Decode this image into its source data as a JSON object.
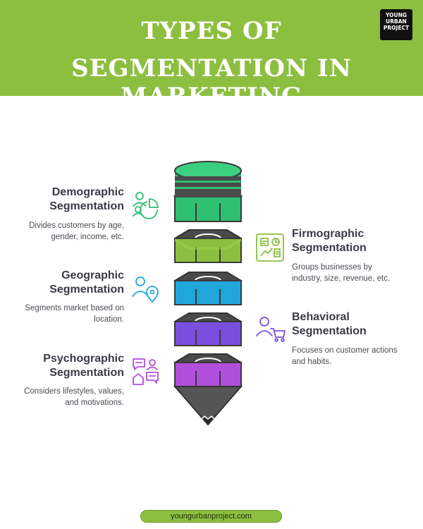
{
  "header": {
    "title_line1": "TYPES OF",
    "title_line2": "SEGMENTATION IN MARKETING",
    "background_color": "#8cbf3f"
  },
  "logo": {
    "line1": "YOUNG",
    "line2": "URBAN",
    "line3": "PROJECT"
  },
  "segments": [
    {
      "title_line1": "Demographic",
      "title_line2": "Segmentation",
      "desc_line1": "Divides customers by age,",
      "desc_line2": "gender, income, etc.",
      "icon": "people-pie-chart-icon",
      "color": "#2fbf71"
    },
    {
      "title_line1": "Firmographic",
      "title_line2": "Segmentation",
      "desc_line1": "Groups businesses by",
      "desc_line2": "industry, size, revenue, etc.",
      "icon": "business-dashboard-icon",
      "color": "#8cbf3f"
    },
    {
      "title_line1": "Geographic",
      "title_line2": "Segmentation",
      "desc_line1": "Segments market based on",
      "desc_line2": "location.",
      "icon": "person-location-pin-icon",
      "color": "#1fa7dc"
    },
    {
      "title_line1": "Behavioral",
      "title_line2": "Segmentation",
      "desc_line1": "Focuses on customer actions",
      "desc_line2": "and habits.",
      "icon": "person-shopping-cart-icon",
      "color": "#7a4fe0"
    },
    {
      "title_line1": "Psychographic",
      "title_line2": "Segmentation",
      "desc_line1": "Considers lifestyles, values,",
      "desc_line2": "and motivations.",
      "icon": "chat-home-person-icon",
      "color": "#b24fdd"
    }
  ],
  "footer": {
    "url": "youngurbanproject.com"
  }
}
